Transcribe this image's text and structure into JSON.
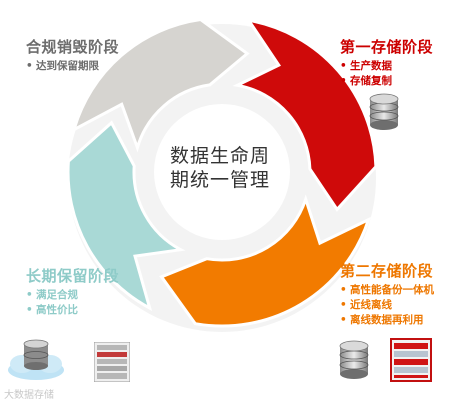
{
  "center": {
    "line1": "数据生命周",
    "line2": "期统一管理"
  },
  "stages": [
    {
      "id": "first",
      "title": "第一存储阶段",
      "items": [
        "生产数据",
        "存储复制"
      ],
      "color": "#d10000"
    },
    {
      "id": "second",
      "title": "第二存储阶段",
      "items": [
        "高性能备份一体机",
        "近线离线",
        "离线数据再利用"
      ],
      "color": "#f07a00"
    },
    {
      "id": "longterm",
      "title": "长期保留阶段",
      "items": [
        "满足合规",
        "高性价比"
      ],
      "color": "#8ecbc8"
    },
    {
      "id": "compliance",
      "title": "合规销毁阶段",
      "items": [
        "达到保留期限"
      ],
      "color": "#6d6d6d"
    }
  ],
  "arc_colors": {
    "red": "#cf0a0a",
    "orange": "#f27b00",
    "teal": "#a9d9d6",
    "gray": "#d6d4d0"
  },
  "icons": [
    "database-icon",
    "storage-rack-icon",
    "cloud-database-icon",
    "backup-appliance-icon"
  ],
  "watermark": "大数据存储"
}
